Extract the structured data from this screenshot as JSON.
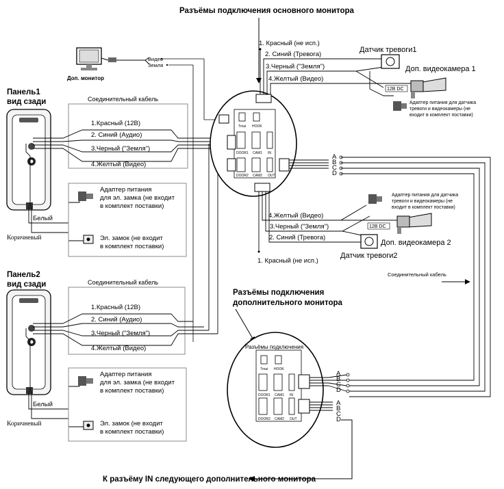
{
  "title_main": "Разъёмы подключения основного монитора",
  "title_extra_l1": "Разъёмы подключения",
  "title_extra_l2": "дополнительного монитора",
  "title_next": "К разъёму IN следующего дополнительного монитора",
  "aux_monitor": {
    "label": "Доп. монитор",
    "video": "Видео",
    "ground": "Земля"
  },
  "panel1": {
    "title_l1": "Панель1",
    "title_l2": "вид сзади"
  },
  "panel2": {
    "title_l1": "Панель2",
    "title_l2": "вид сзади"
  },
  "cable_box_label": "Соединительный кабель",
  "panel_wires": [
    "1.Красный (12В)",
    "2. Синий (Аудио)",
    "3.Черный (\"Земля\")",
    "4.Желтый (Видео)"
  ],
  "lock_box": {
    "adapter_l1": "Адаптер питания",
    "adapter_l2": "для эл. замка (не входит",
    "adapter_l3": "в комплект поставки)",
    "lock_l1": "Эл. замок (не входит",
    "lock_l2": "в комплект поставки)",
    "white": "Белый",
    "brown": "Коричневый"
  },
  "cam1_wires": [
    "1. Красный (не исп.)",
    "2. Синий (Тревога)",
    "3.Черный (\"Земля\")",
    "4.Желтый (Видео)"
  ],
  "cam2_wires": [
    "4.Желтый (Видео)",
    "3.Черный (\"Земля\")",
    "2. Синий (Тревога)",
    "1. Красный (не исп.)"
  ],
  "sensor1": "Датчик тревоги1",
  "sensor2": "Датчик тревоги2",
  "camera1": "Доп. видеокамера 1",
  "camera2": "Доп. видеокамера 2",
  "dc_label": "12В DC",
  "cam_adapter_l1": "Адаптер питания для датчика",
  "cam_adapter_l2": "тревоги и видеокамеры (не",
  "cam_adapter_l3": "входит в комплект поставки)",
  "conn_header": "Разъёмы подключения",
  "connectors": {
    "tamper": "Тmai",
    "hook": "HOOK",
    "door1": "DOOR1",
    "cam1": "CAM1",
    "in": "IN",
    "door2": "DOOR2",
    "cam2": "CAM2",
    "out": "OUT"
  },
  "bus_letters": [
    "A",
    "B",
    "C",
    "D"
  ],
  "side_cable": "Соединительный кабель"
}
